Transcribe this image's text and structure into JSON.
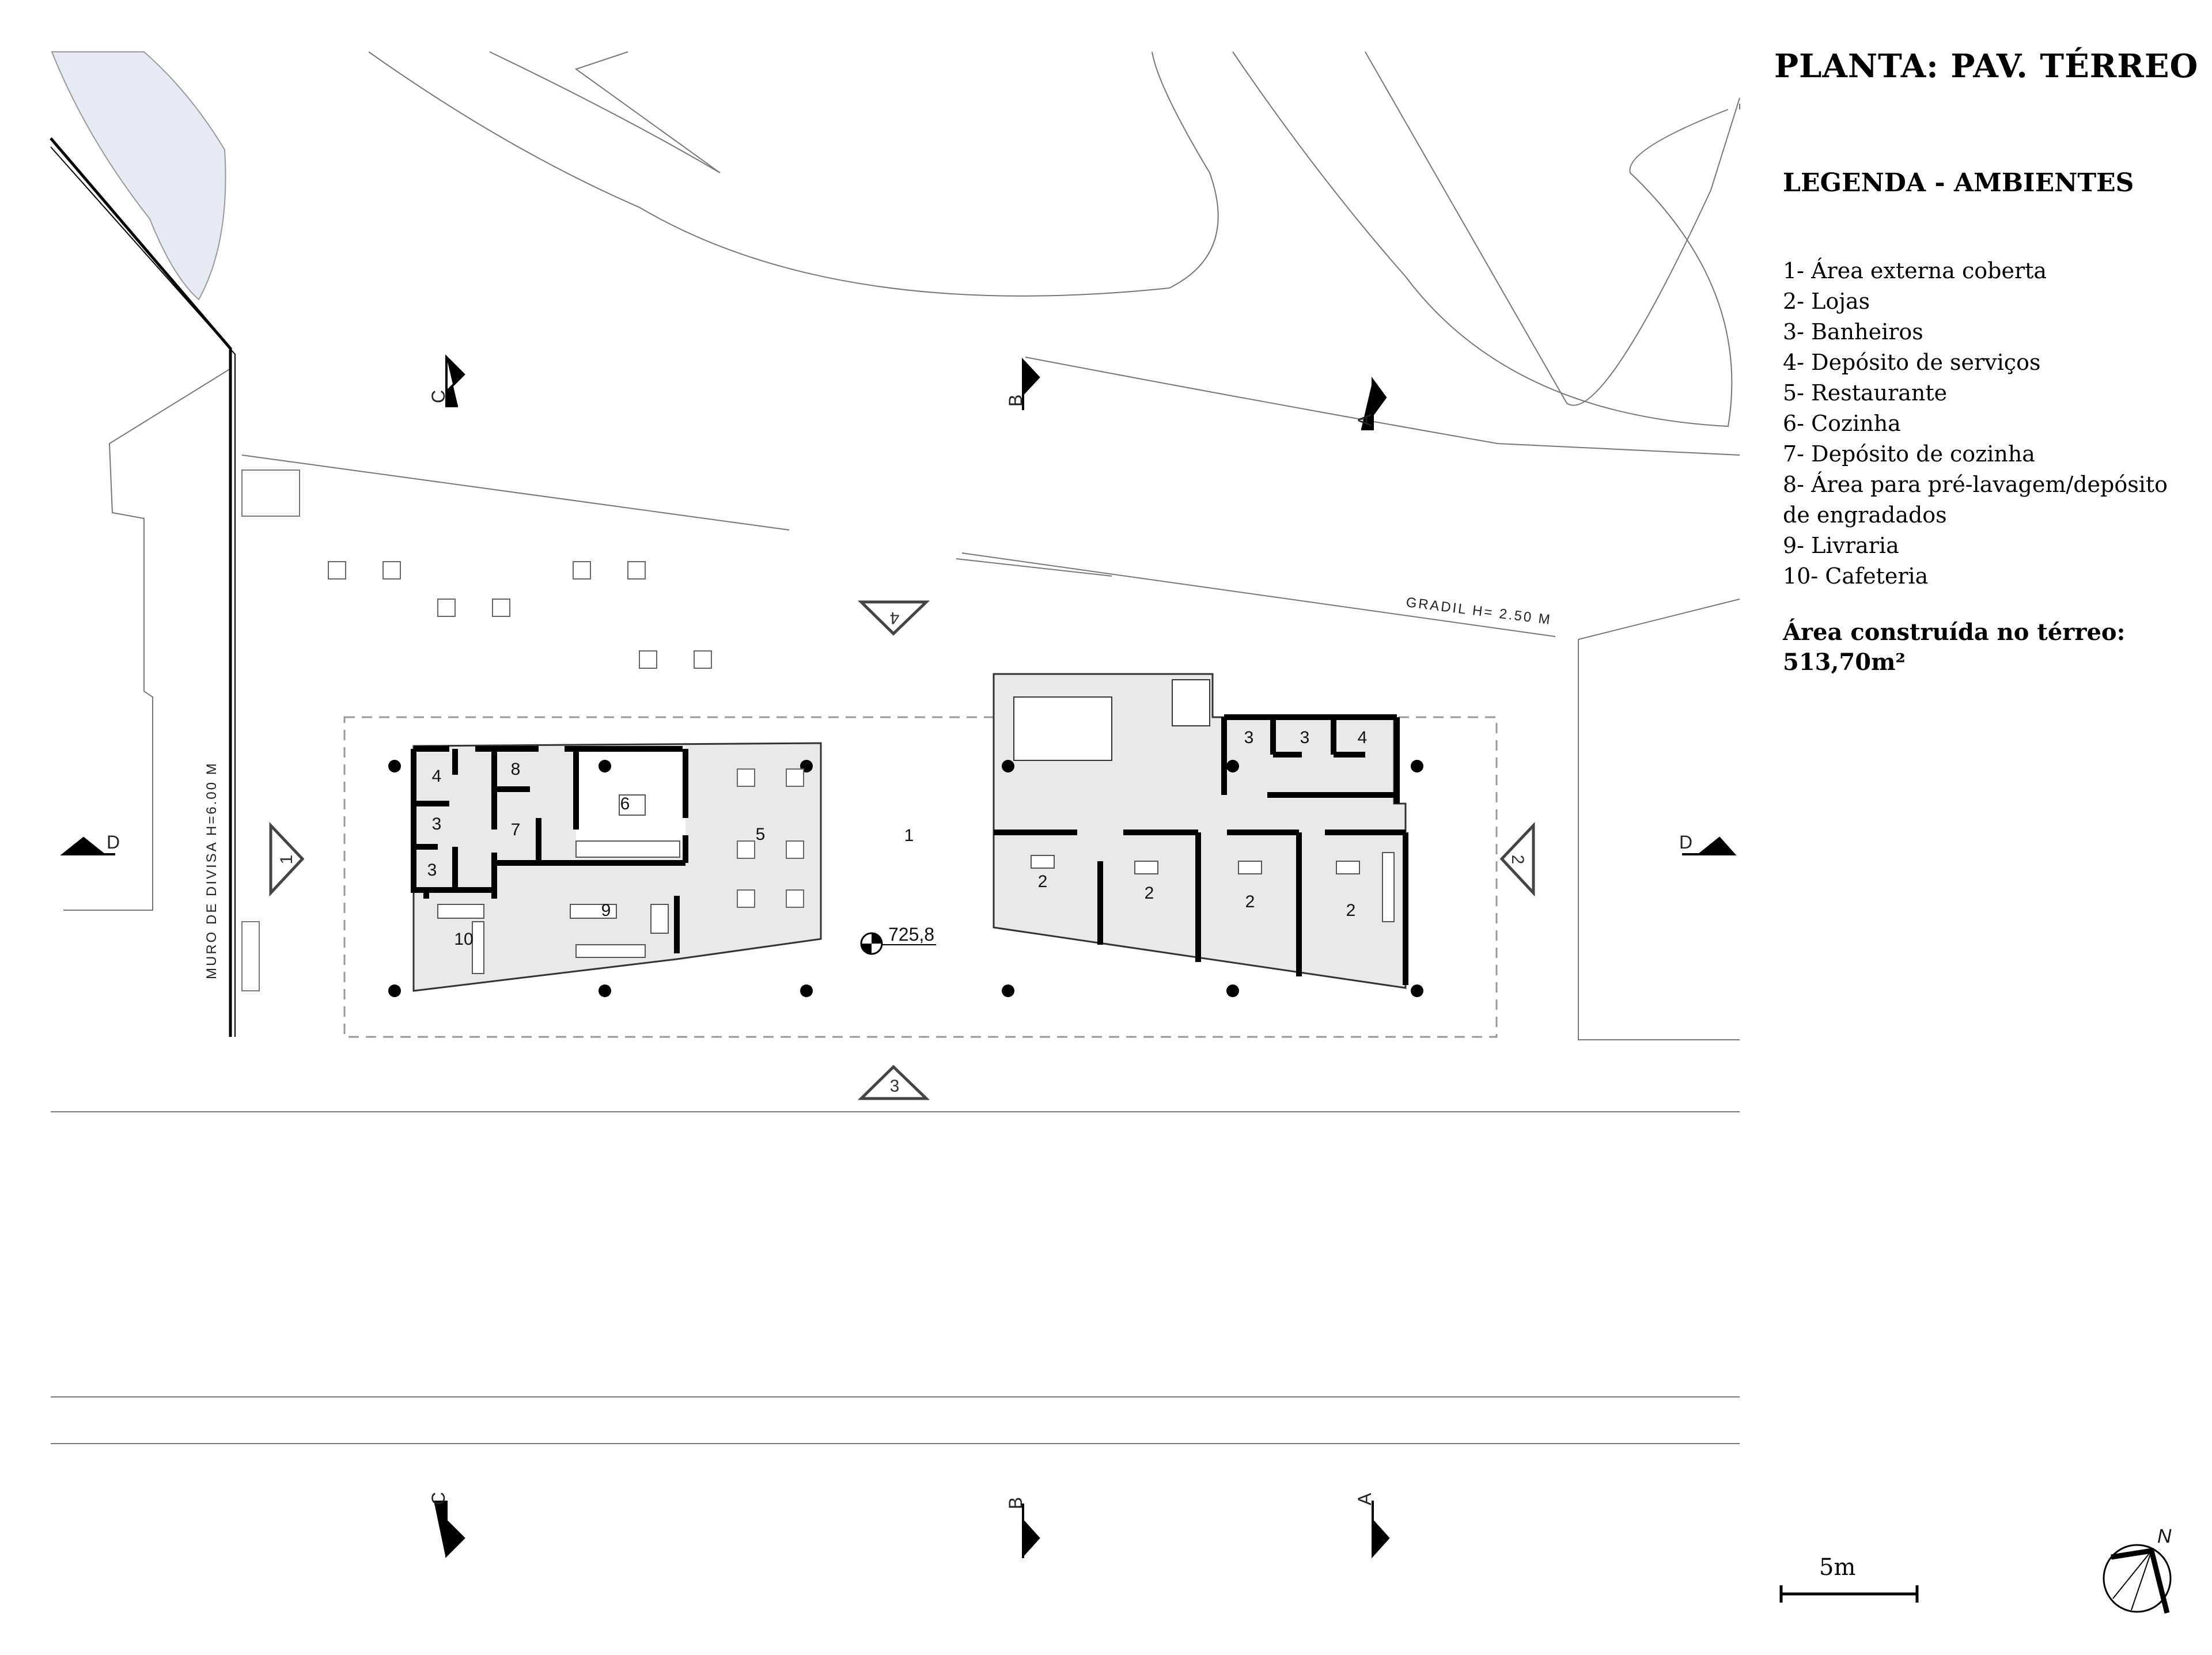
{
  "header": {
    "title": "PLANTA: PAV. TÉRREO"
  },
  "legend": {
    "title": "LEGENDA - AMBIENTES",
    "items": [
      "1- Área externa coberta",
      "2- Lojas",
      "3- Banheiros",
      "4- Depósito de serviços",
      "5- Restaurante",
      "6- Cozinha",
      "7- Depósito de cozinha",
      "8- Área para pré-lavagem/depósito de engradados",
      "9- Livraria",
      "10- Cafeteria"
    ],
    "area_label": "Área construída no térreo:",
    "area_value": "513,70m²"
  },
  "scale_bar": {
    "label": "5m"
  },
  "north_arrow": {
    "label": "N",
    "icon": "north-arrow-icon"
  },
  "plan": {
    "boundary_wall_label": "MURO DE DIVISA  H=6.00  M",
    "railing_label": "GRADIL  H= 2.50  M",
    "level_marker": "725,8",
    "section_labels": [
      "A",
      "B",
      "C",
      "D"
    ],
    "elevation_labels": [
      "1",
      "2",
      "3",
      "4"
    ],
    "room_numbers": {
      "deposito_servicos_left": "4",
      "deposito_servicos_right": "4",
      "banheiro_1": "3",
      "banheiro_2": "3",
      "banheiro_3": "3",
      "banheiro_4": "3",
      "deposito_cozinha": "7",
      "pre_lavagem": "8",
      "cozinha": "6",
      "restaurante": "5",
      "livraria": "9",
      "cafeteria": "10",
      "area_externa": "1",
      "loja_1": "2",
      "loja_2": "2",
      "loja_3": "2",
      "loja_4": "2"
    }
  }
}
